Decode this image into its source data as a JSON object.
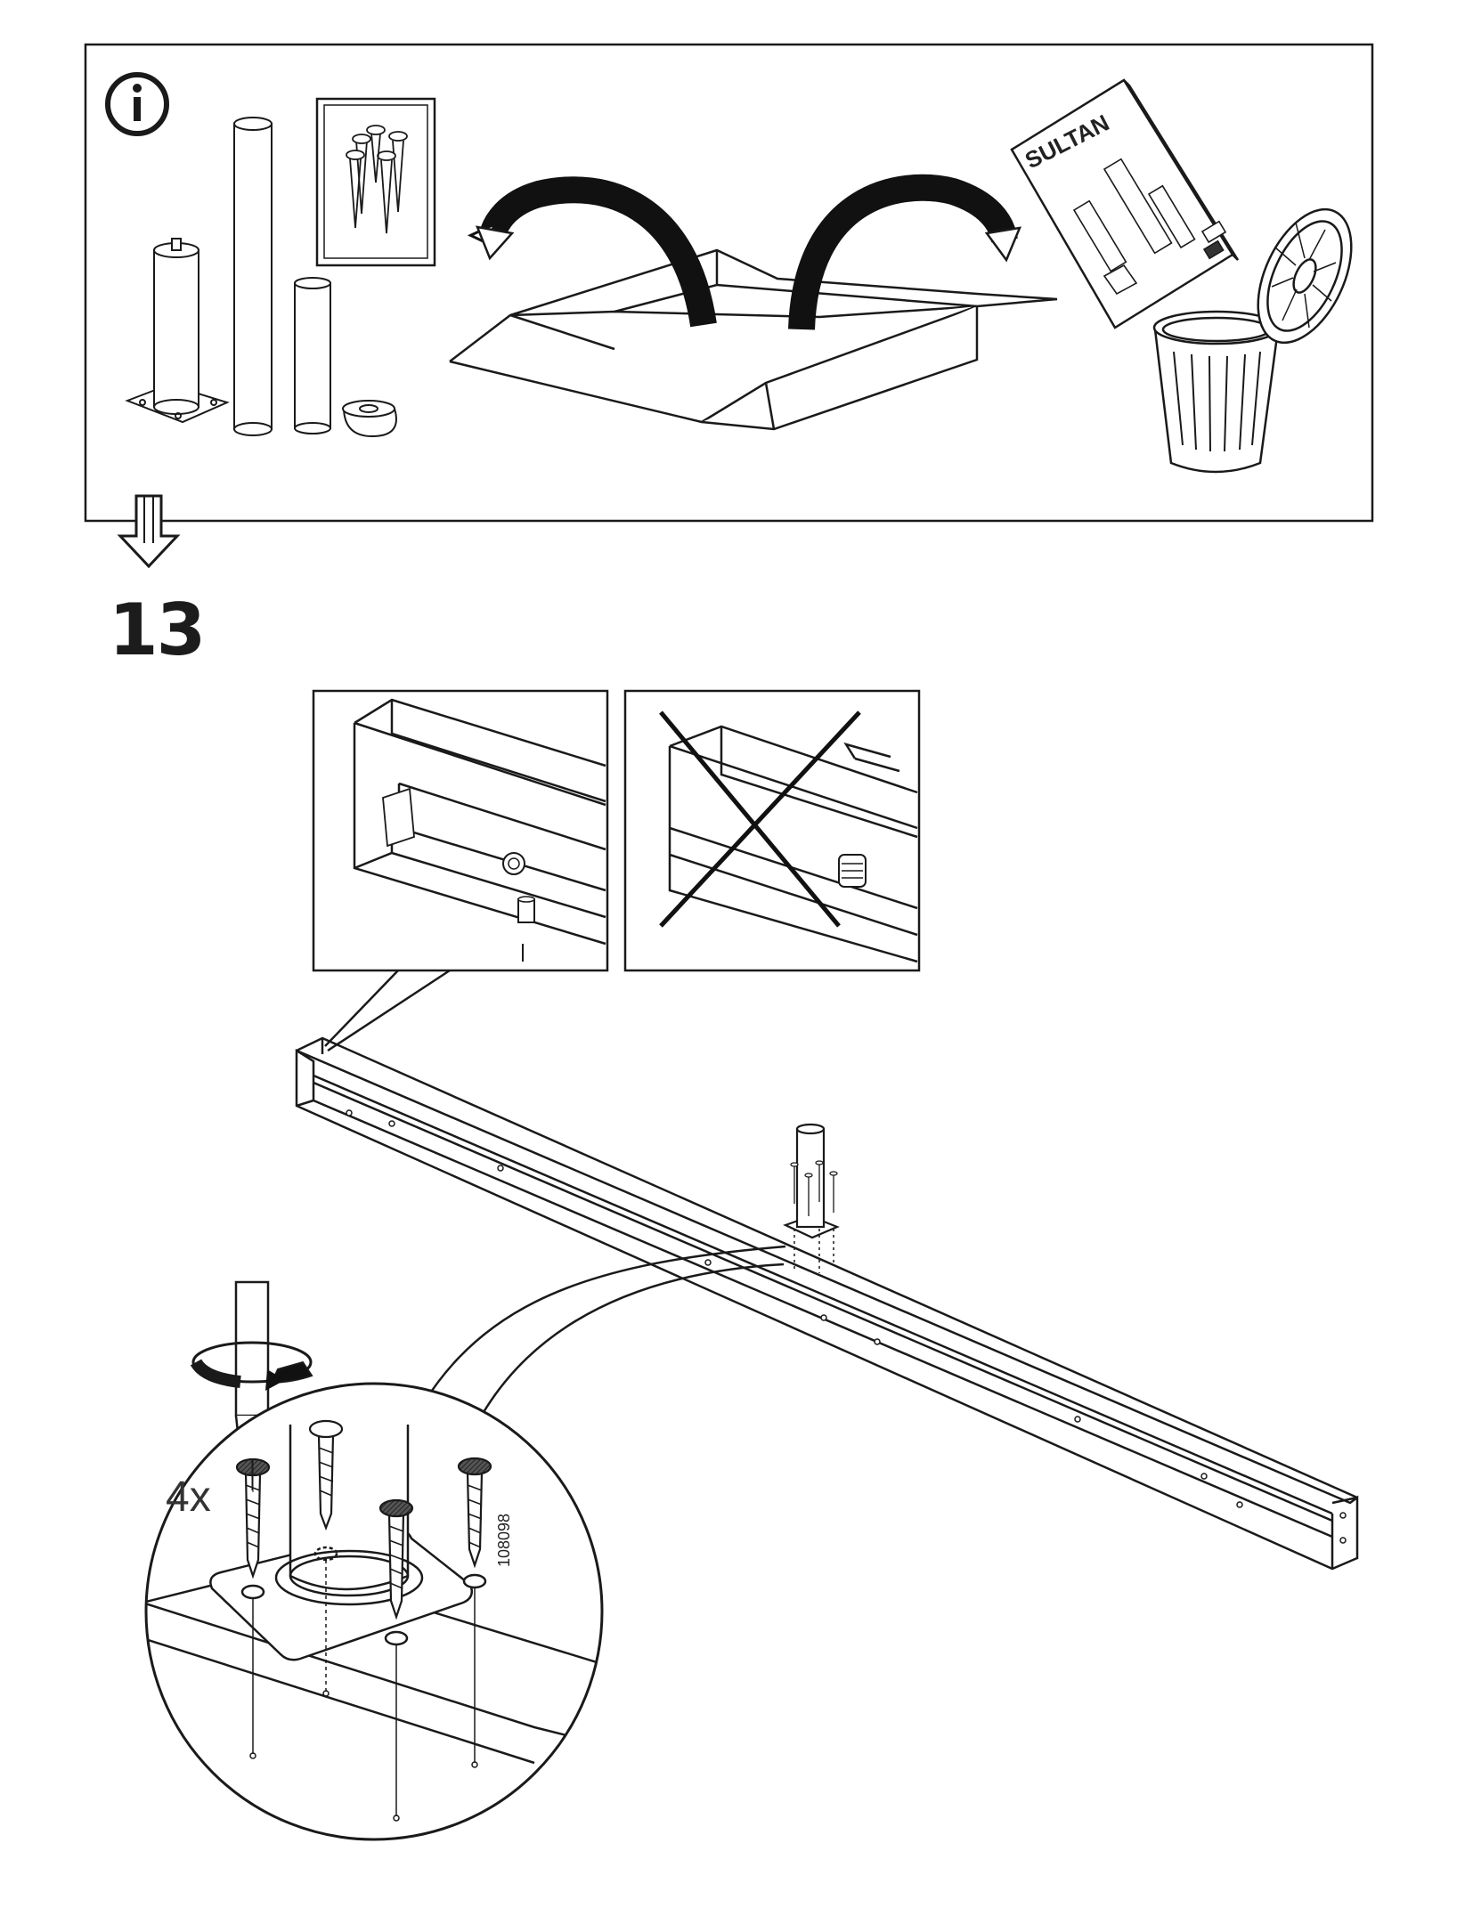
{
  "info_panel": {
    "icon": "info-icon",
    "booklet_title": "SULTAN"
  },
  "step": {
    "number": "13",
    "quantity_label": "4x",
    "part_number": "108098"
  },
  "colors": {
    "line": "#1a1a1a",
    "fill": "#ffffff",
    "shade": "#4a4a4a"
  }
}
